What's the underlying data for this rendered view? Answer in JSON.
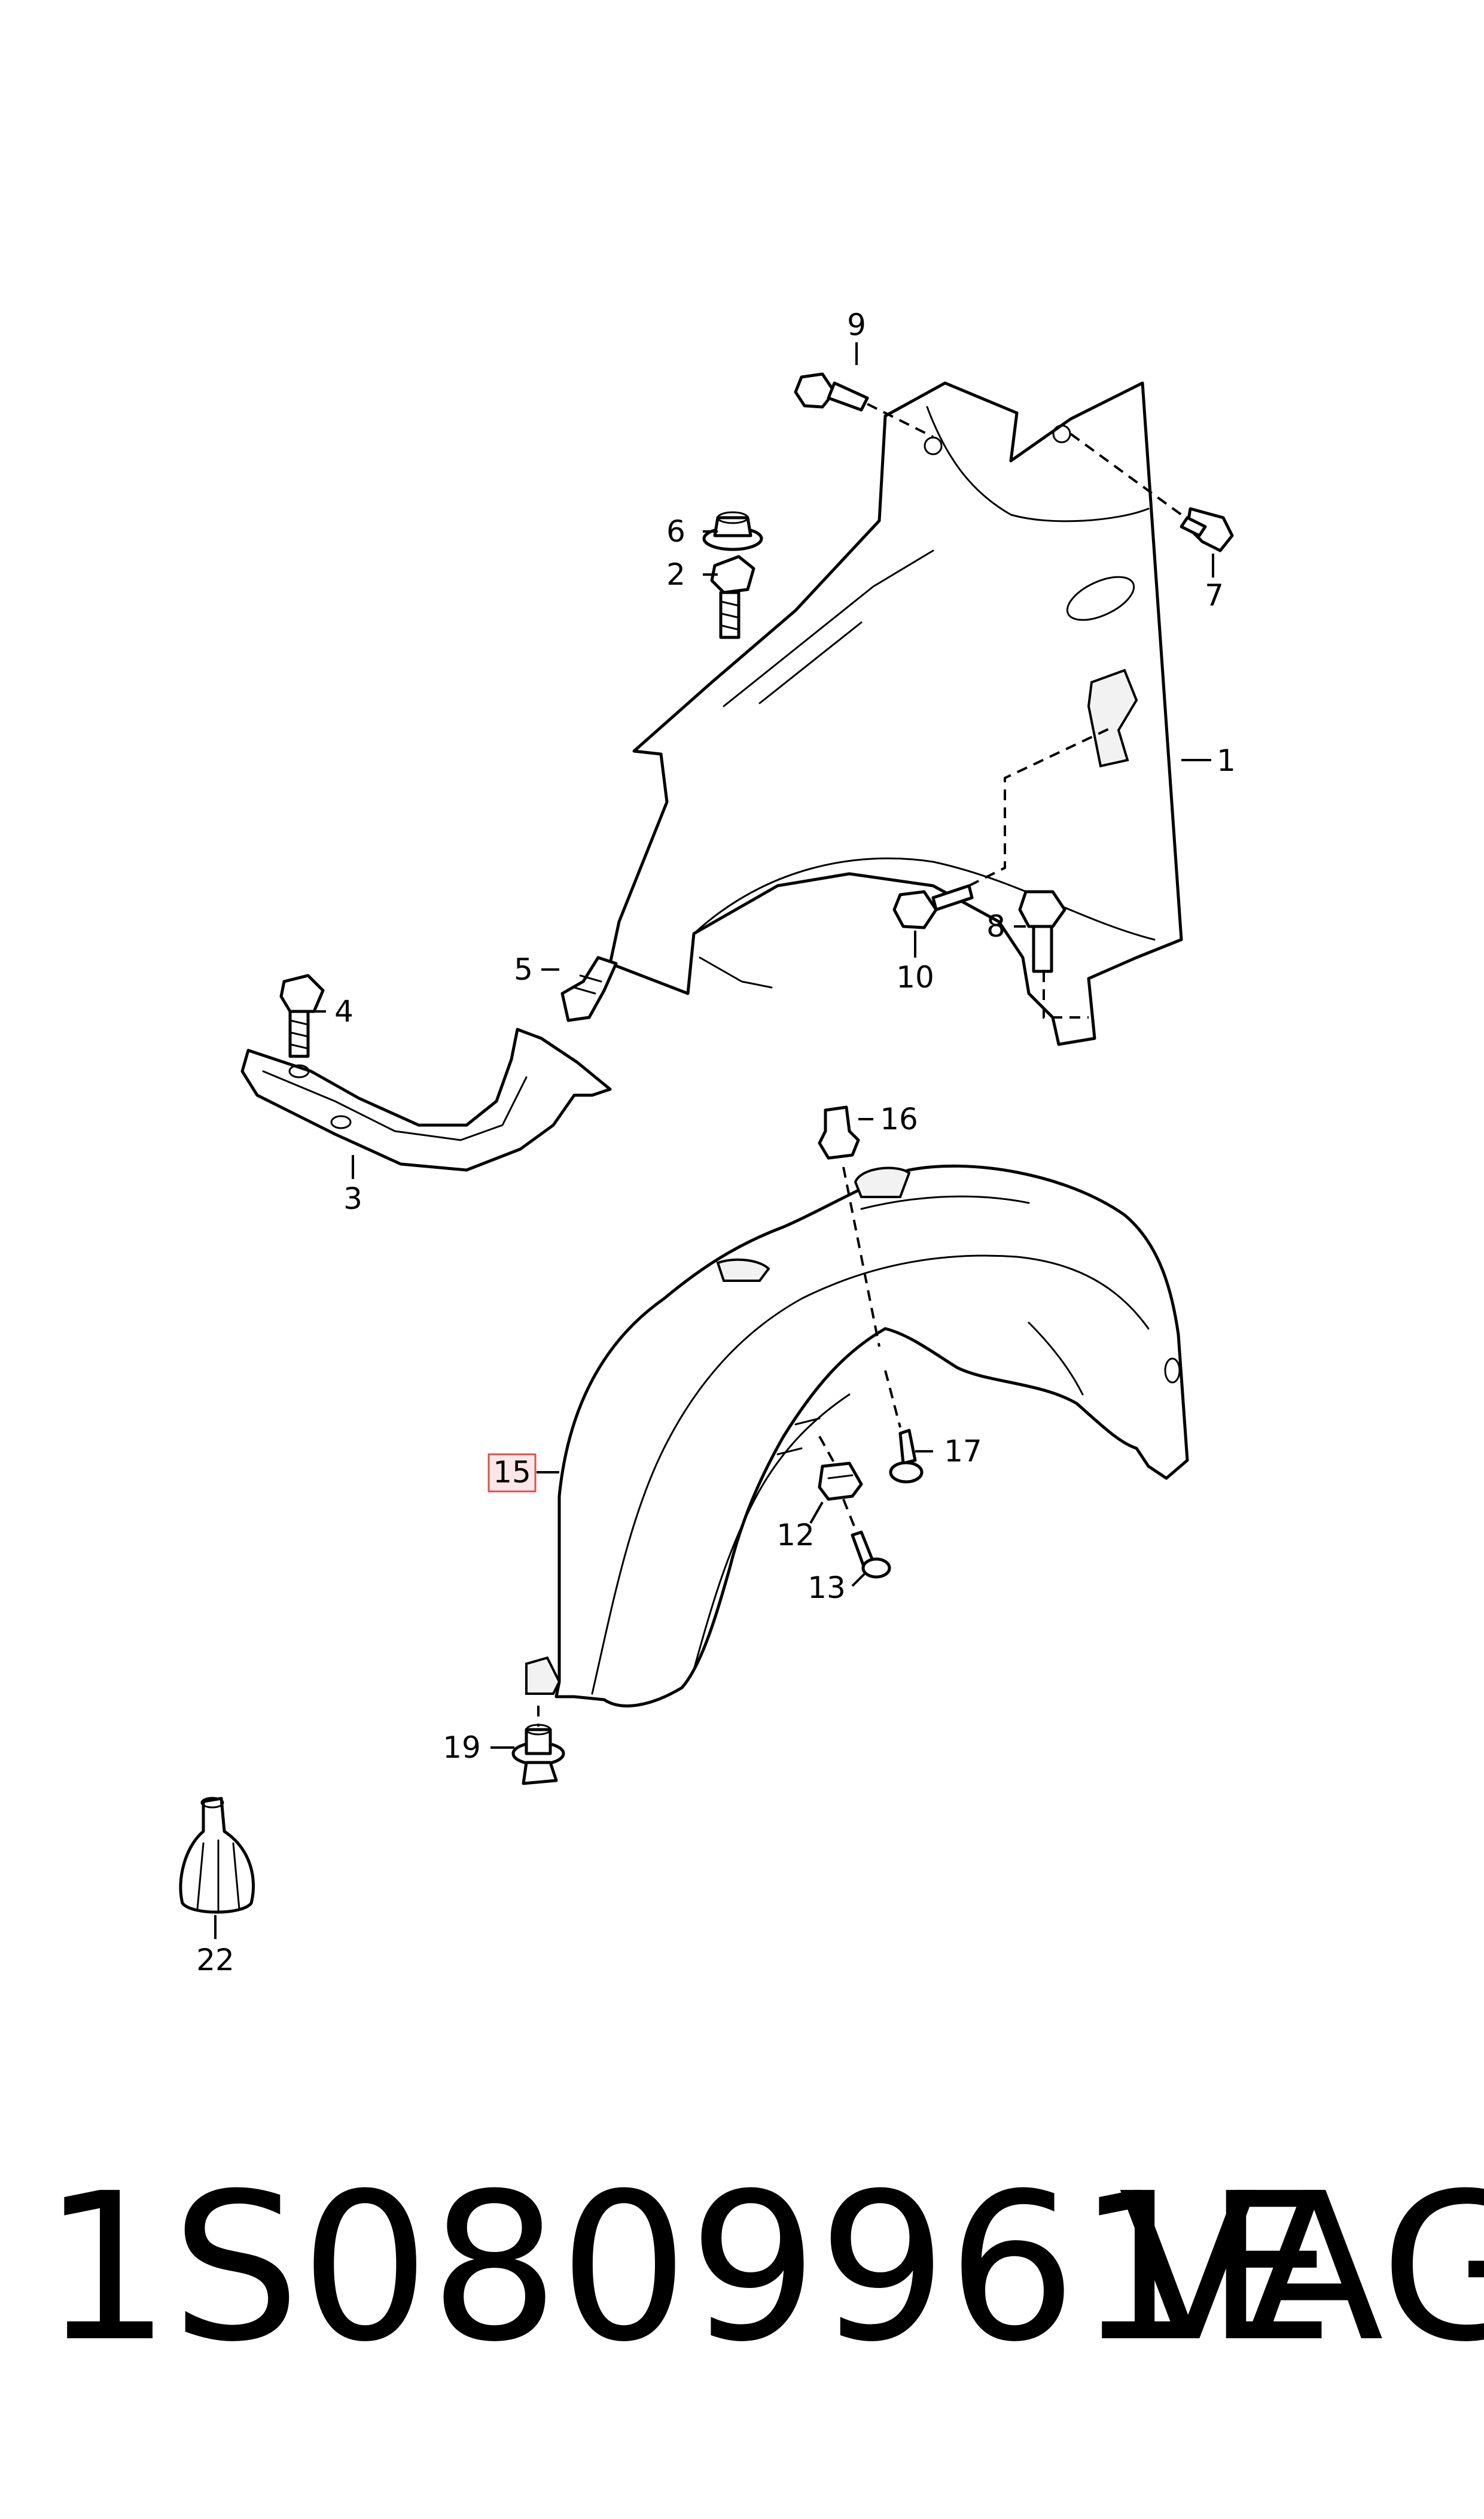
{
  "diagram": {
    "callouts": [
      "1",
      "2",
      "3",
      "4",
      "5",
      "6",
      "7",
      "8",
      "9",
      "10",
      "12",
      "13",
      "15",
      "16",
      "17",
      "19",
      "22"
    ],
    "highlighted_callout": "15",
    "highlight_color": "#d9534f"
  },
  "footer": {
    "part_number": "1S0809961E",
    "brand": "VAG"
  }
}
